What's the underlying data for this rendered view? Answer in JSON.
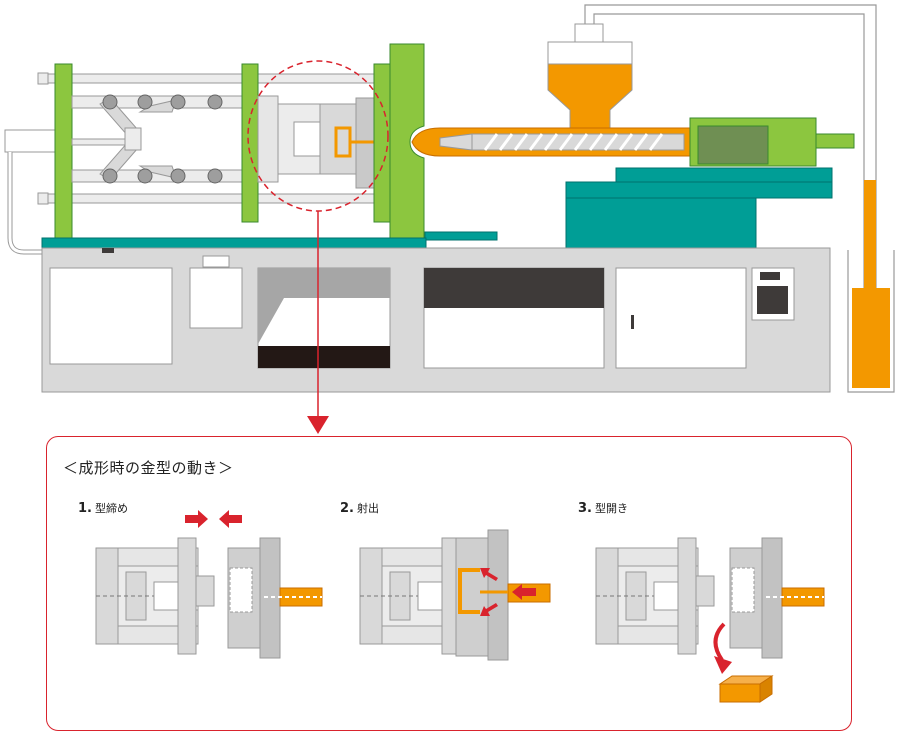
{
  "panel": {
    "title": "＜成形時の金型の動き＞"
  },
  "steps": [
    {
      "num": "1.",
      "label": "型締め"
    },
    {
      "num": "2.",
      "label": "射出"
    },
    {
      "num": "3.",
      "label": "型開き"
    }
  ],
  "colors": {
    "platen_green": "#8cc63f",
    "frame_gray": "#d9d9d9",
    "teal": "#009e96",
    "orange_resin": "#f39800",
    "accent_red": "#d9232d",
    "dark_gray": "#3e3a39"
  }
}
